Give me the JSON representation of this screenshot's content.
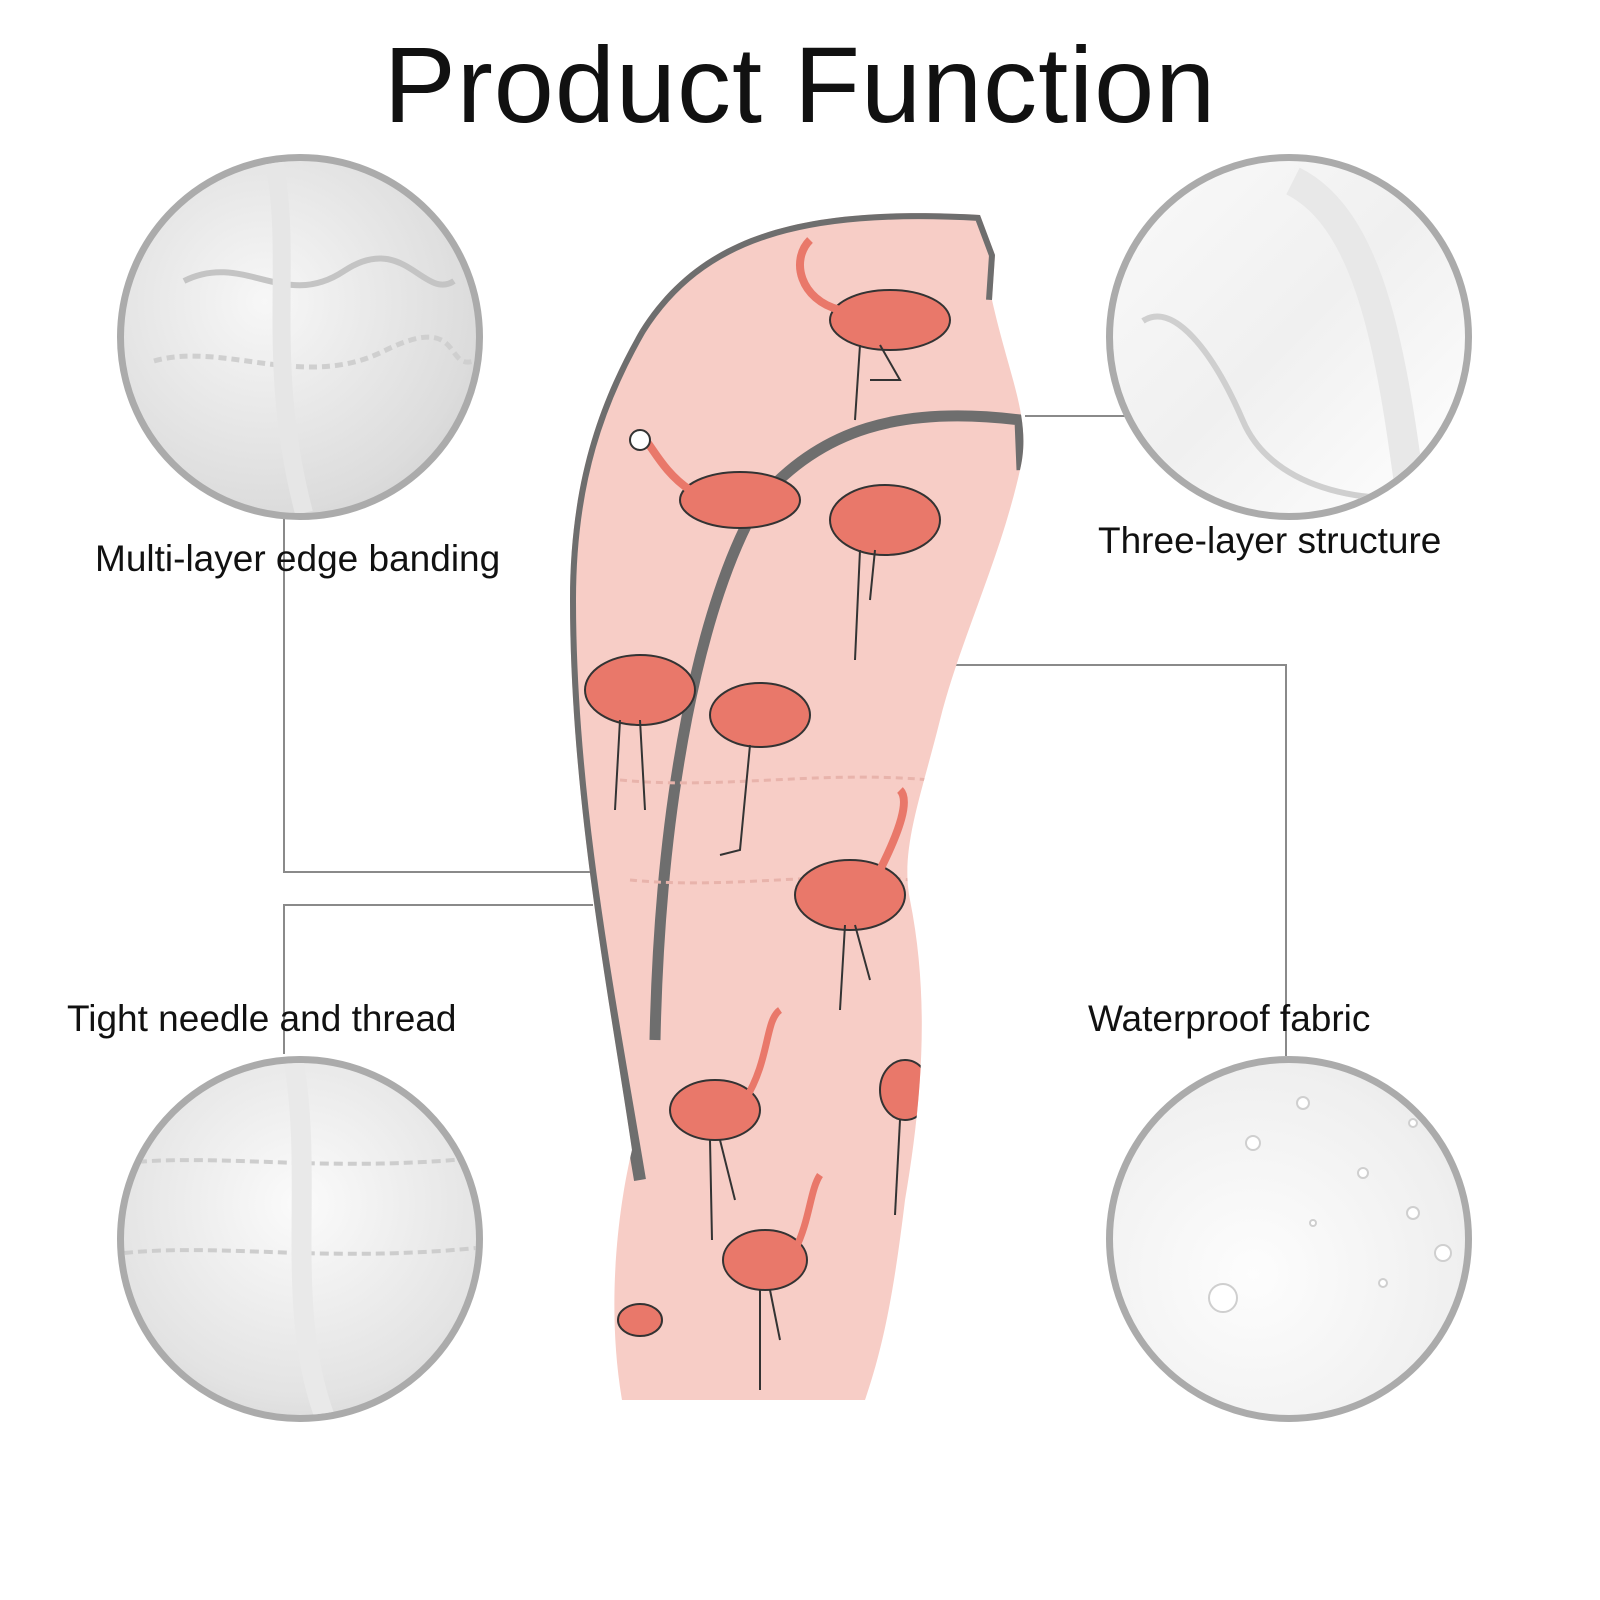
{
  "title": "Product Function",
  "features": [
    {
      "label": "Multi-layer edge banding",
      "icon": "fabric-fold-closeup"
    },
    {
      "label": "Three-layer structure",
      "icon": "fabric-edge-closeup"
    },
    {
      "label": "Tight needle and thread",
      "icon": "stitch-closeup"
    },
    {
      "label": "Waterproof fabric",
      "icon": "water-droplet-closeup"
    }
  ],
  "colors": {
    "cover": "#f7cdc6",
    "trim": "#6e6e6e",
    "flamingo": "#e9786a",
    "circle_border": "#ababab"
  }
}
